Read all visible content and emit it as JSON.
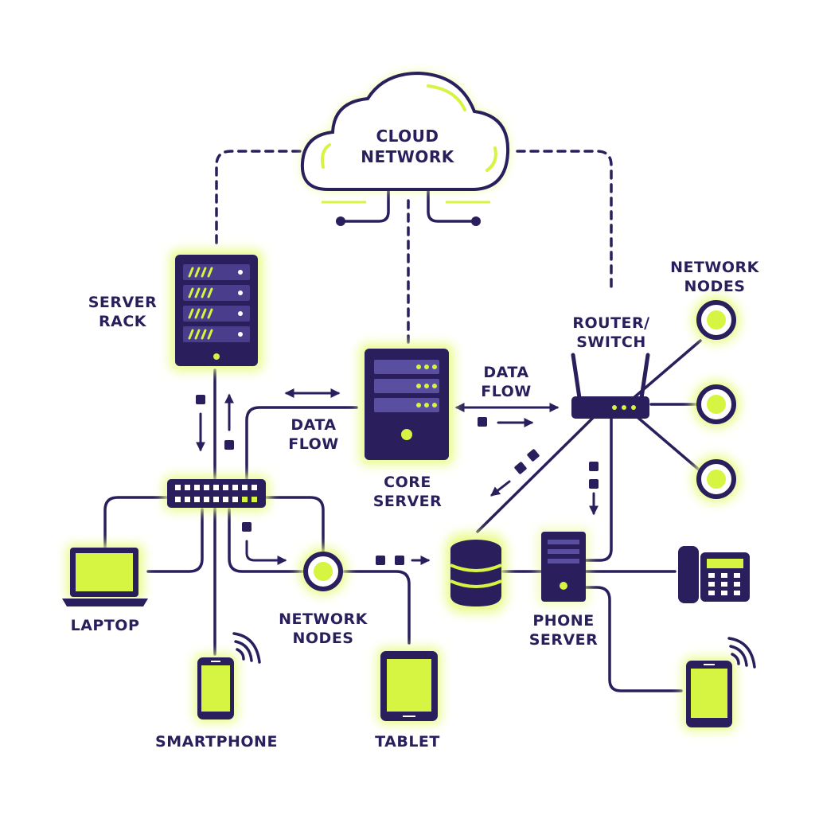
{
  "colors": {
    "navy": "#2a1e5c",
    "lime": "#d6f542",
    "glow": "#e8fb86",
    "background": "#ffffff"
  },
  "labels": {
    "cloud_line1": "CLOUD",
    "cloud_line2": "NETWORK",
    "server_rack_line1": "SERVER",
    "server_rack_line2": "RACK",
    "core_server_line1": "CORE",
    "core_server_line2": "SERVER",
    "data_flow_left_line1": "DATA",
    "data_flow_left_line2": "FLOW",
    "data_flow_right_line1": "DATA",
    "data_flow_right_line2": "FLOW",
    "router_line1": "ROUTER/",
    "router_line2": "SWITCH",
    "nodes_top_line1": "NETWORK",
    "nodes_top_line2": "NODES",
    "nodes_mid_line1": "NETWORK",
    "nodes_mid_line2": "NODES",
    "laptop": "LAPTOP",
    "smartphone": "SMARTPHONE",
    "tablet": "TABLET",
    "phone_server_line1": "PHONE",
    "phone_server_line2": "SERVER"
  },
  "icons": [
    "cloud-icon",
    "server-rack-icon",
    "core-server-icon",
    "router-icon",
    "network-switch-icon",
    "laptop-icon",
    "smartphone-icon",
    "tablet-icon",
    "database-icon",
    "phone-server-icon",
    "desk-phone-icon",
    "mobile-phone-icon",
    "wifi-signal-icon",
    "network-node-icon"
  ]
}
